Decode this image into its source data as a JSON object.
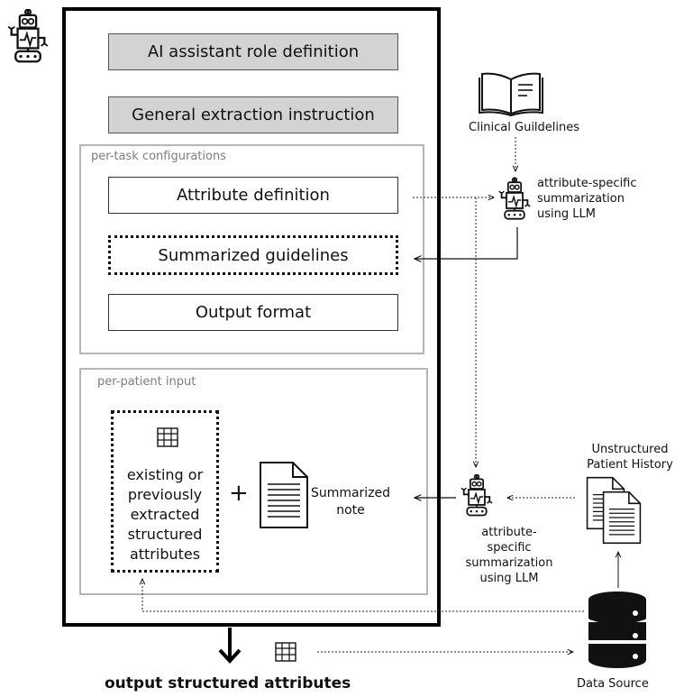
{
  "prompt": {
    "role_definition": "AI assistant role definition",
    "general_instruction": "General extraction instruction"
  },
  "per_task": {
    "label": "per-task configurations",
    "attribute_definition": "Attribute definition",
    "summarized_guidelines": "Summarized guidelines",
    "output_format": "Output format"
  },
  "per_patient": {
    "label": "per-patient input",
    "existing_attributes": [
      "existing or",
      "previously",
      "extracted",
      "structured",
      "attributes"
    ],
    "plus": "+",
    "summarized_note": [
      "Summarized",
      "note"
    ]
  },
  "guidelines": {
    "label": "Clinical Guildelines",
    "summarizer": [
      "attribute-specific",
      "summarization",
      "using LLM"
    ]
  },
  "patient_history": {
    "label": [
      "Unstructured",
      "Patient History"
    ],
    "summarizer": [
      "attribute-specific",
      "summarization",
      "using LLM"
    ]
  },
  "data_source": {
    "label": "Data Source"
  },
  "output": {
    "label": "output structured attributes"
  },
  "icons": {
    "robot": "robot-icon",
    "book": "book-icon",
    "document": "document-icon",
    "table": "table-icon",
    "database": "database-icon"
  }
}
